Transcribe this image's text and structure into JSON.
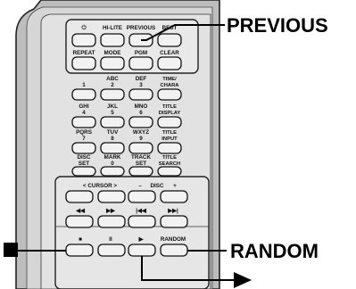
{
  "callouts": {
    "previous": "PREVIOUS",
    "random": "RANDOM",
    "stop_icon": "stop-square-icon",
    "play_icon": "play-triangle-icon"
  },
  "top_buttons": {
    "power_icon": "power-icon",
    "hilite": "HI-LITE",
    "previous": "PREVIOUS",
    "best": "BEST",
    "repeat": "REPEAT",
    "mode": "MODE",
    "pgm": "PGM",
    "clear": "CLEAR"
  },
  "keypad": {
    "k1": "1",
    "k2a": "ABC",
    "k2b": "2",
    "k3a": "DEF",
    "k3b": "3",
    "time_a": "TIME/",
    "time_b": "CHARA",
    "k4a": "GHI",
    "k4b": "4",
    "k5a": "JKL",
    "k5b": "5",
    "k6a": "MNO",
    "k6b": "6",
    "tdisp_a": "TITLE",
    "tdisp_b": "DISPLAY",
    "k7a": "PQRS",
    "k7b": "7",
    "k8a": "TUV",
    "k8b": "8",
    "k9a": "WXYZ",
    "k9b": "9",
    "tinput_a": "TITLE",
    "tinput_b": "INPUT",
    "discset_a": "DISC",
    "discset_b": "SET",
    "mark_a": "MARK",
    "mark_b": "0",
    "track_a": "TRACK",
    "track_b": "SET",
    "tsearch_a": "TITLE",
    "tsearch_b": "SEARCH"
  },
  "transport": {
    "cursor_label": "< CURSOR >",
    "disc_minus": "–",
    "disc_label": "DISC",
    "disc_plus": "+",
    "rew": "◀◀",
    "ff": "▶▶",
    "prev_track": "|◀◀",
    "next_track": "▶▶|",
    "stop": "■",
    "pause": "II",
    "play": "▶",
    "random": "RANDOM"
  },
  "colors": {
    "body": "#d4d4d4",
    "body_dark": "#a8a8a8",
    "button": "#f2f2f2",
    "ink": "#111111"
  }
}
